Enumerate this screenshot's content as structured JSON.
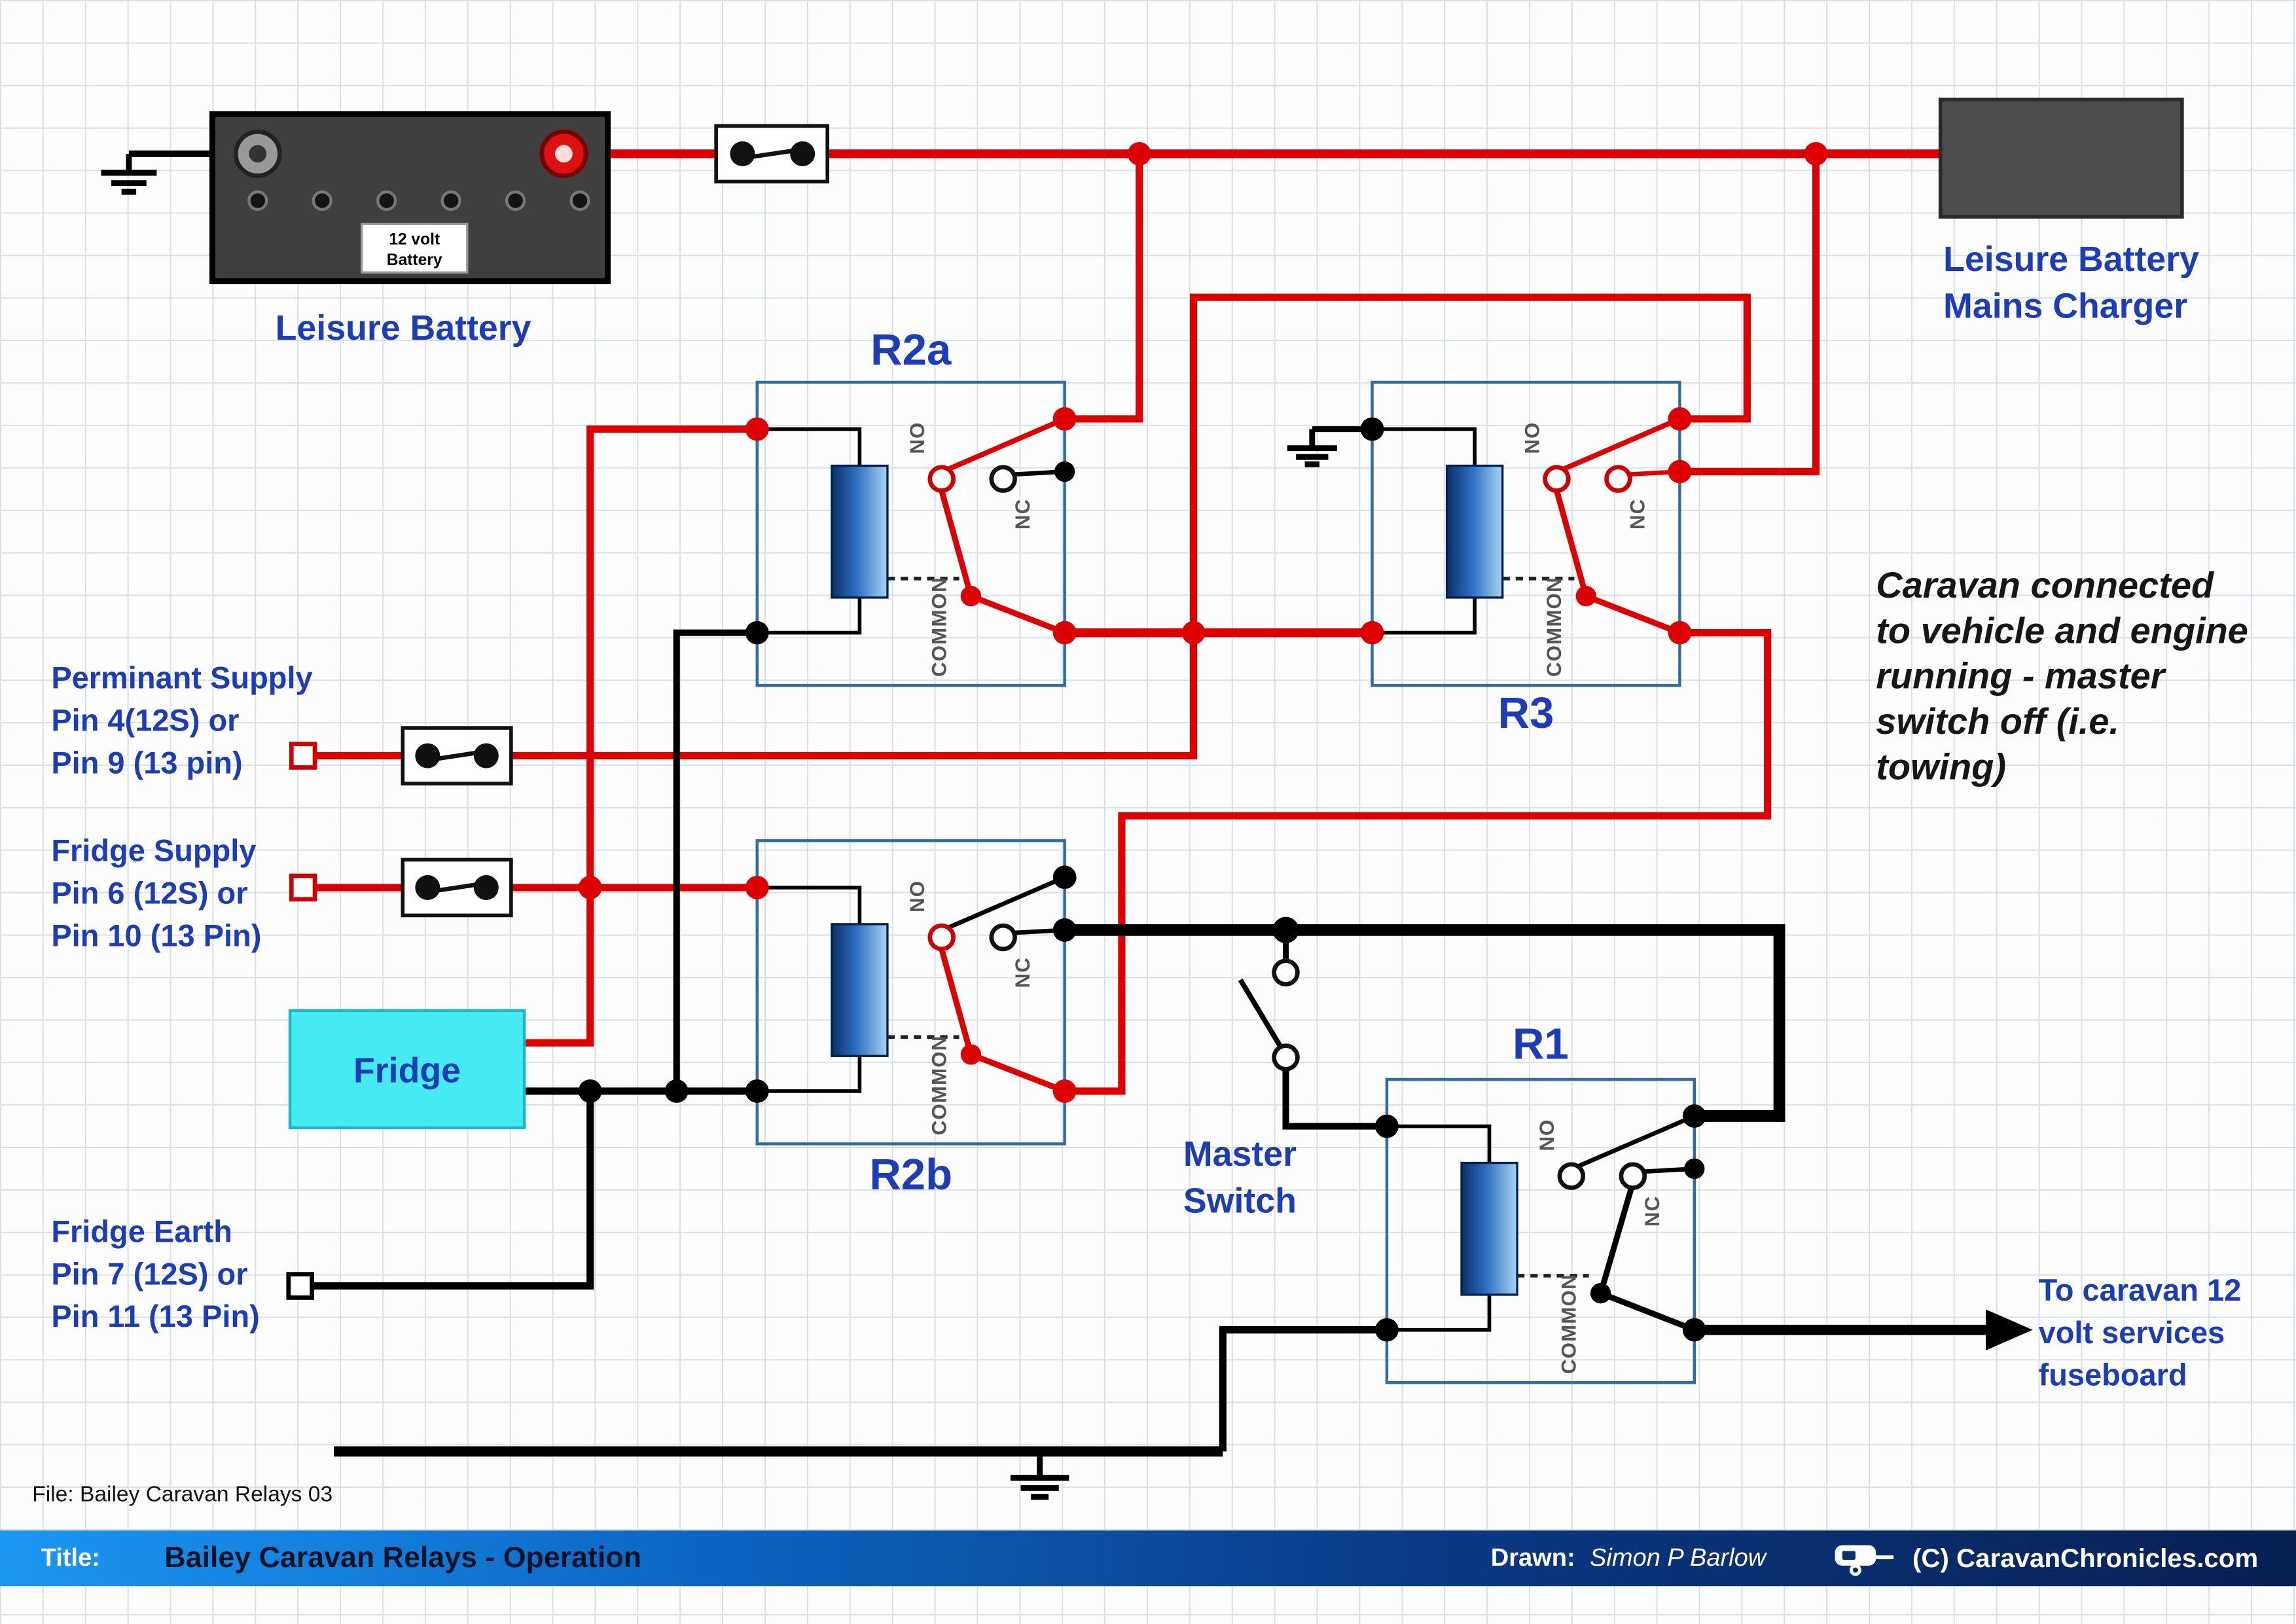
{
  "colors": {
    "wire_red": "#dd0000",
    "wire_black": "#000000",
    "label_blue": "#1c3db5",
    "relay_border": "#2e6da4",
    "fridge_fill": "#45eaf2",
    "footer_gradient_left": "#1b97f2",
    "footer_gradient_right": "#071f52"
  },
  "icons": {
    "footer_logo": "caravan-icon"
  },
  "battery": {
    "label": "Leisure Battery",
    "inner_line1": "12 volt",
    "inner_line2": "Battery"
  },
  "charger": {
    "line1": "Leisure Battery",
    "line2": "Mains Charger"
  },
  "relays": {
    "r2a": {
      "title": "R2a",
      "no": "NO",
      "nc": "NC",
      "common": "COMMON"
    },
    "r3": {
      "title": "R3",
      "no": "NO",
      "nc": "NC",
      "common": "COMMON"
    },
    "r2b": {
      "title": "R2b",
      "no": "NO",
      "nc": "NC",
      "common": "COMMON"
    },
    "r1": {
      "title": "R1",
      "no": "NO",
      "nc": "NC",
      "common": "COMMON"
    }
  },
  "supply_permanent": {
    "line1": "Perminant Supply",
    "line2": "Pin 4(12S) or",
    "line3": "Pin 9 (13 pin)"
  },
  "supply_fridge": {
    "line1": "Fridge Supply",
    "line2": "Pin 6 (12S) or",
    "line3": "Pin 10 (13 Pin)"
  },
  "fridge_earth": {
    "line1": "Fridge Earth",
    "line2": "Pin 7 (12S) or",
    "line3": "Pin 11 (13 Pin)"
  },
  "fridge": {
    "label": "Fridge"
  },
  "master_switch": {
    "line1": "Master",
    "line2": "Switch"
  },
  "annotation": {
    "line1": "Caravan connected",
    "line2": "to vehicle and engine",
    "line3": "running - master",
    "line4": "switch off (i.e.",
    "line5": "towing)"
  },
  "output_arrow": {
    "line1": "To caravan 12",
    "line2": "volt services",
    "line3": "fuseboard"
  },
  "file_note": "File: Bailey Caravan Relays 03",
  "footer": {
    "title_label": "Title:",
    "title": "Bailey Caravan Relays - Operation",
    "drawn_label": "Drawn:",
    "author": "Simon P Barlow",
    "copyright": "(C) CaravanChronicles.com"
  }
}
